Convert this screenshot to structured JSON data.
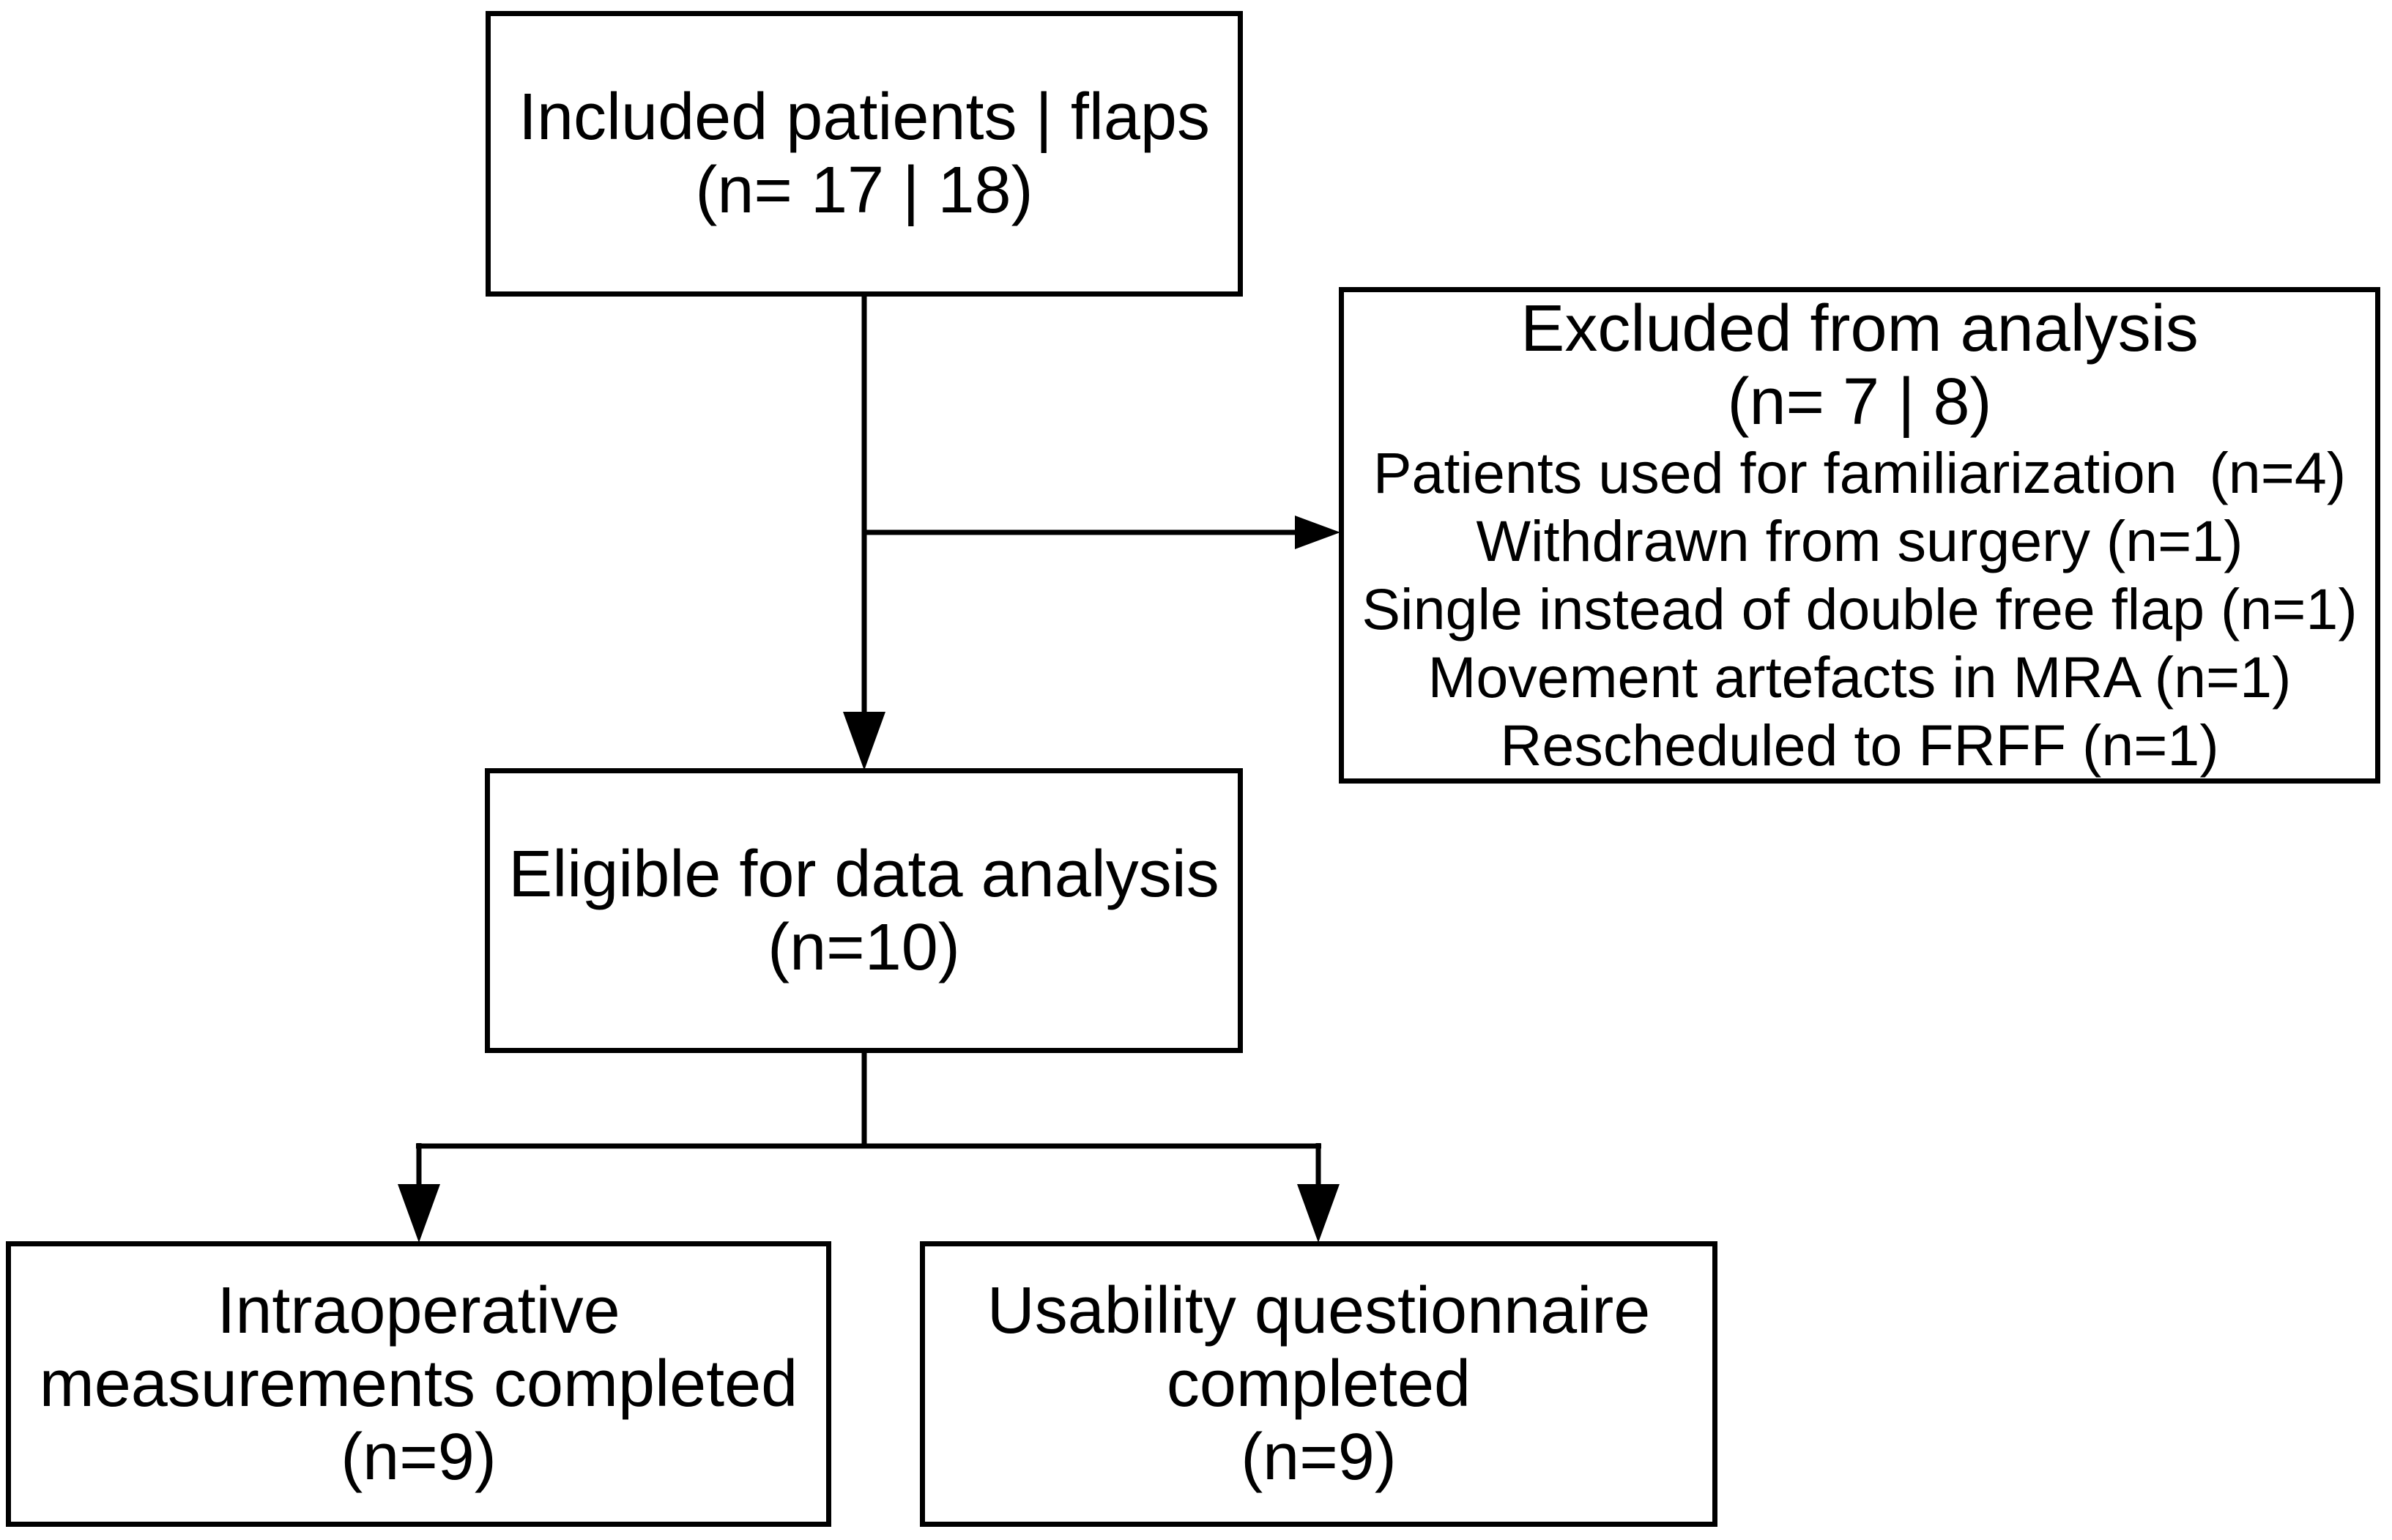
{
  "colors": {
    "background": "#ffffff",
    "ink": "#000000"
  },
  "diagram": {
    "included": {
      "line1": "Included patients | flaps",
      "line2": "(n= 17 | 18)"
    },
    "excluded": {
      "title": "Excluded from analysis",
      "count": "(n= 7 | 8)",
      "reasons": [
        "Patients used for familiarization  (n=4)",
        "Withdrawn from surgery (n=1)",
        "Single instead of double free flap (n=1)",
        "Movement artefacts in MRA (n=1)",
        "Rescheduled to FRFF (n=1)"
      ]
    },
    "eligible": {
      "line1": "Eligible for data analysis",
      "line2": "(n=10)"
    },
    "intraoperative": {
      "line1": "Intraoperative",
      "line2": "measurements completed",
      "line3": "(n=9)"
    },
    "usability": {
      "line1": "Usability questionnaire",
      "line2": "completed",
      "line3": "(n=9)"
    }
  }
}
